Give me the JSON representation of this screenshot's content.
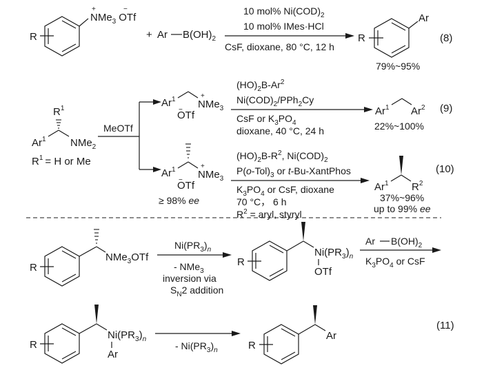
{
  "scheme": {
    "eq8": {
      "number": "(8)",
      "reactant_label": {
        "R": "R",
        "group": "NMe",
        "group_sub": "3",
        "counterion": "OTf",
        "plus_charge": "+",
        "minus_charge": "−"
      },
      "plus_sign": "+",
      "boronic_acid": {
        "ar": "Ar",
        "b": "B(OH)",
        "sub": "2"
      },
      "conditions_above": [
        "10 mol% Ni(COD)",
        "10 mol% IMes·HCl"
      ],
      "conditions_above_sub": [
        "2",
        ""
      ],
      "conditions_below": "CsF, dioxane, 80 °C, 12 h",
      "product": {
        "R": "R",
        "Ar": "Ar"
      },
      "yield": "79%~95%"
    },
    "start": {
      "ar": "Ar",
      "ar_sup": "1",
      "r": "R",
      "r_sup": "1",
      "nme": "NMe",
      "nme_sub": "2",
      "note": "= H or Me",
      "reagent": "MeOTf"
    },
    "eq9": {
      "number": "(9)",
      "intermediate": {
        "ar": "Ar",
        "ar_sup": "1",
        "nme": "NMe",
        "nme_sub": "3",
        "otf": "OTf"
      },
      "conditions_above": [
        "(HO)",
        "2",
        "B-Ar",
        "2"
      ],
      "conditions_above_2": [
        "Ni(COD)",
        "2",
        "/PPh",
        "2",
        "Cy"
      ],
      "conditions_below_1": [
        "CsF or K",
        "3",
        "PO",
        "4"
      ],
      "conditions_below_2": "dioxane, 40 °C, 24 h",
      "product": {
        "ar1": "Ar",
        "sup1": "1",
        "ar2": "Ar",
        "sup2": "2"
      },
      "yield": "22%~100%"
    },
    "eq10": {
      "number": "(10)",
      "intermediate": {
        "ar": "Ar",
        "ar_sup": "1",
        "nme": "NMe",
        "nme_sub": "3",
        "otf": "OTf",
        "ee_value": "≥ 98% ",
        "ee_unit": "ee"
      },
      "conditions_above_1": [
        "(HO)",
        "2",
        "B-R",
        "2",
        ", Ni(COD)",
        "2"
      ],
      "conditions_above_2": [
        "P(",
        "o",
        "-Tol)",
        "3",
        " or ",
        "t",
        "-Bu-XantPhos"
      ],
      "conditions_below_1": [
        "K",
        "3",
        "PO",
        "4",
        " or CsF, dioxane"
      ],
      "conditions_below_2": "70 °C，  6 h",
      "conditions_below_3": [
        "R",
        "2",
        " = aryl, styryl"
      ],
      "product": {
        "ar": "Ar",
        "ar_sup": "1",
        "r": "R",
        "r_sup": "2"
      },
      "yield": "37%~96%",
      "ee_value": "up to 99% ",
      "ee_unit": "ee"
    },
    "mechanism": {
      "number": "(11)",
      "step1_substrate": {
        "R": "R",
        "label": "NMe",
        "sub": "3",
        "tail": "OTf"
      },
      "step1_above": [
        "Ni(PR",
        "3",
        ")",
        "n"
      ],
      "step1_below": [
        "- NMe",
        "3"
      ],
      "step1_note1": "inversion via",
      "step1_note2": [
        "S",
        "N",
        "2 addition"
      ],
      "complex1": {
        "R": "R",
        "ni": "Ni(PR",
        "sub": "3",
        "tail": ")",
        "n": "n",
        "otf": "OTf"
      },
      "step2_above": {
        "ar": "Ar",
        "b": "B(OH)",
        "sub": "2"
      },
      "step2_below": [
        "K",
        "3",
        "PO",
        "4",
        " or CsF"
      ],
      "complex2": {
        "R": "R",
        "ni": "Ni(PR",
        "sub": "3",
        "tail": ")",
        "n": "n",
        "ar": "Ar"
      },
      "step3_below": [
        "- Ni(PR",
        "3",
        ")",
        "n"
      ],
      "product": {
        "R": "R",
        "ar": "Ar"
      }
    }
  }
}
